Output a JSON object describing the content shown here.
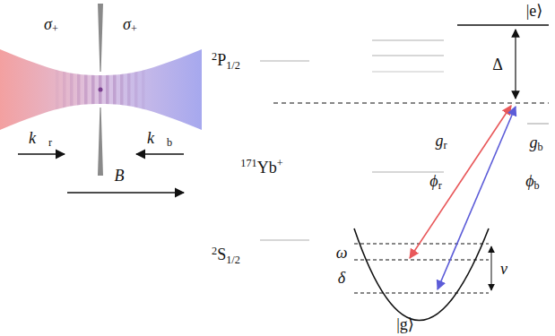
{
  "diagram": {
    "labels": [
      "σ+",
      "σ+",
      "k⃗r",
      "k⃗b",
      "B⃗",
      "2P1/2",
      "|e⟩",
      "Δ",
      "171Yb+",
      "gr",
      "ϕr",
      "gb",
      "ϕb",
      "ω",
      "δ",
      "ν",
      "2S1/2",
      "|g⟩"
    ]
  }
}
